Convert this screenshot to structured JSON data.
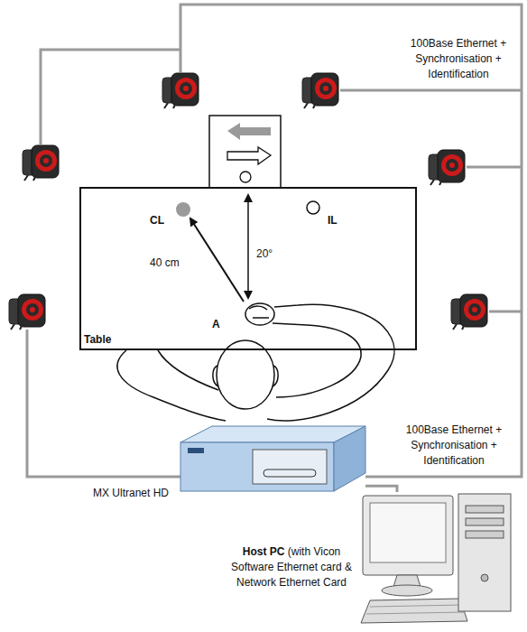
{
  "diagram": {
    "nodes": [
      {
        "text": [
          "Table"
        ]
      },
      {
        "text": [
          "MX Ultranet HD"
        ]
      },
      {
        "text": [
          "Host PC",
          "(with Vicon Software Ethernet card & Network Ethernet Card"
        ]
      }
    ],
    "edges": [
      {
        "from": 1,
        "to": 2,
        "arrow": "none"
      }
    ],
    "labels": [
      "100Base Ethernet + Synchronisation + Identification",
      "CL",
      "IL",
      "40 cm",
      "20°",
      "A",
      "100Base Ethernet + Synchronisation + Identification"
    ]
  }
}
